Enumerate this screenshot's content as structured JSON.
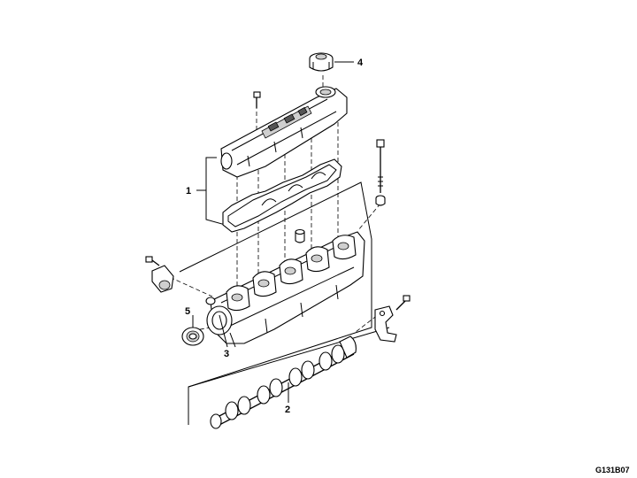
{
  "callouts": {
    "c1": "1",
    "c2": "2",
    "c3": "3",
    "c4": "4",
    "c5": "5"
  },
  "figure_code": "G131B07"
}
